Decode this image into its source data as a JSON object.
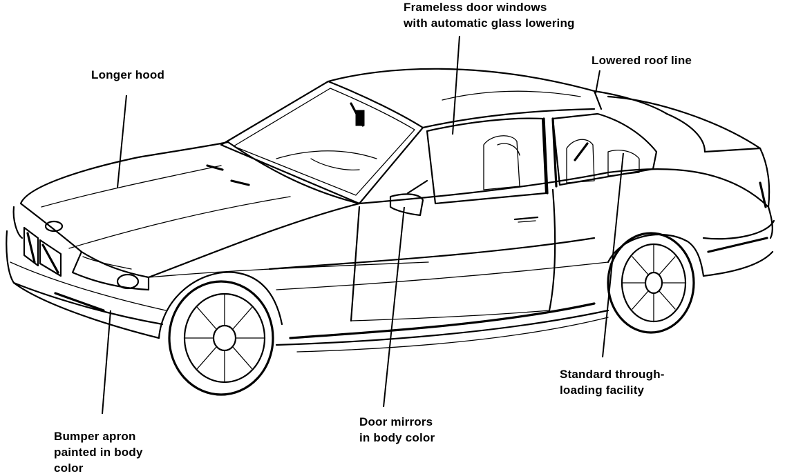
{
  "diagram": {
    "labels": {
      "frameless_windows": [
        "Frameless door windows",
        "with automatic glass lowering"
      ],
      "longer_hood": [
        "Longer hood"
      ],
      "lowered_roof": [
        "Lowered roof line"
      ],
      "through_loading": [
        "Standard through-",
        "loading facility"
      ],
      "door_mirrors": [
        "Door mirrors",
        "in body color"
      ],
      "bumper_apron": [
        "Bumper apron",
        "painted in body",
        "color"
      ]
    },
    "illustration": "car-coupe-line-drawing",
    "colors": {
      "ink": "#000000",
      "paper": "#ffffff"
    }
  }
}
